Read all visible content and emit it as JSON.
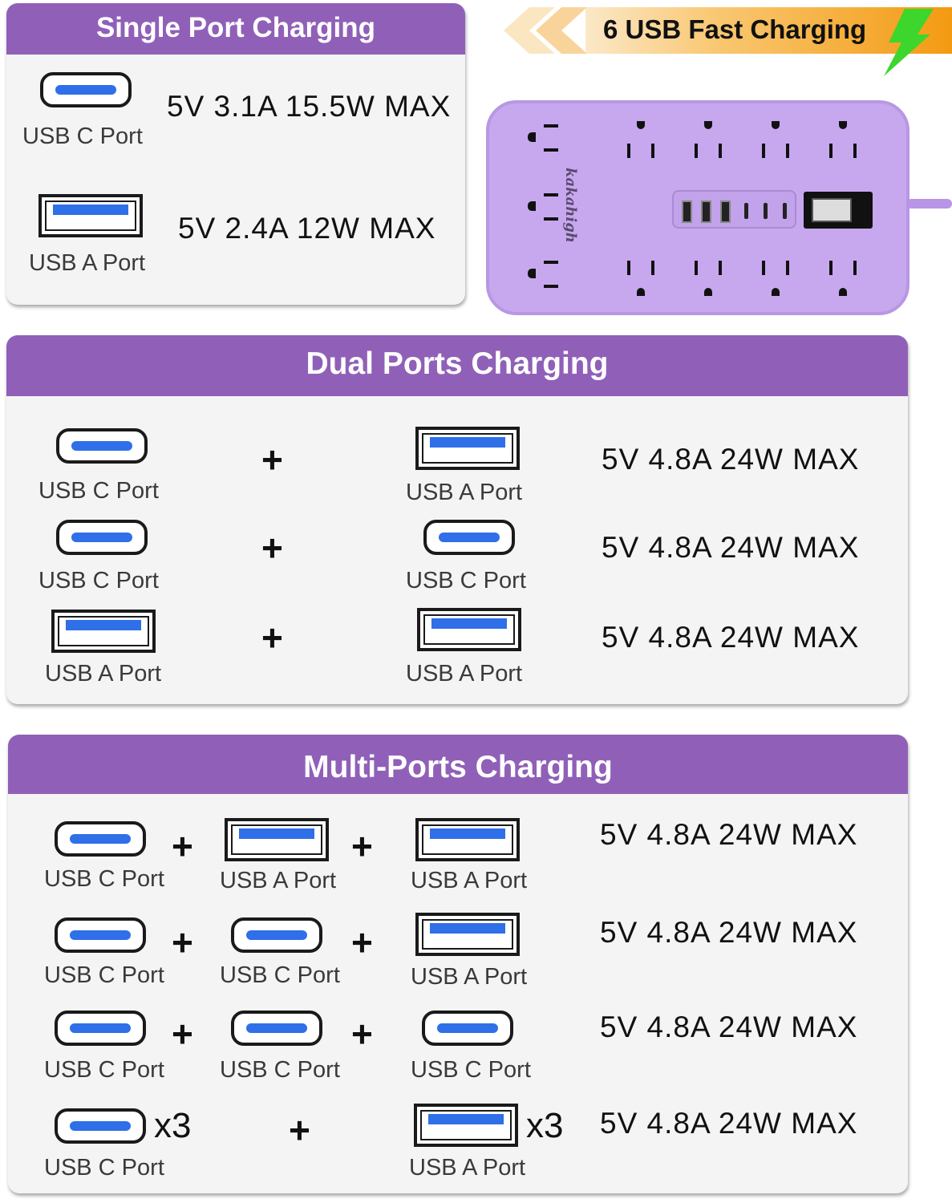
{
  "banner": {
    "label": "6 USB Fast Charging"
  },
  "brand": "kakahigh",
  "colors": {
    "header": "#9060b8",
    "port_blue": "#2f6fe8",
    "strip": "#c7a8ee",
    "banner_orange": "#f5a020",
    "bolt": "#3cd62c"
  },
  "single": {
    "title": "Single Port Charging",
    "rows": [
      {
        "port": "USB C Port",
        "spec": "5V 3.1A 15.5W MAX"
      },
      {
        "port": "USB A Port",
        "spec": "5V 2.4A 12W MAX"
      }
    ]
  },
  "dual": {
    "title": "Dual Ports Charging",
    "rows": [
      {
        "left": "USB C Port",
        "right": "USB A Port",
        "spec": "5V 4.8A 24W MAX"
      },
      {
        "left": "USB C Port",
        "right": "USB C Port",
        "spec": "5V 4.8A 24W MAX"
      },
      {
        "left": "USB A Port",
        "right": "USB A Port",
        "spec": "5V 4.8A 24W MAX"
      }
    ]
  },
  "multi": {
    "title": "Multi-Ports Charging",
    "rows": [
      {
        "ports": [
          "USB C Port",
          "USB A Port",
          "USB A Port"
        ],
        "spec": "5V 4.8A 24W MAX"
      },
      {
        "ports": [
          "USB C Port",
          "USB C Port",
          "USB A Port"
        ],
        "spec": "5V 4.8A 24W MAX"
      },
      {
        "ports": [
          "USB C Port",
          "USB C Port",
          "USB C Port"
        ],
        "spec": "5V 4.8A 24W MAX"
      },
      {
        "ports": [
          "USB C Port",
          "USB A Port"
        ],
        "multiplier": "x3",
        "spec": "5V 4.8A 24W MAX"
      }
    ]
  },
  "plus": "+"
}
